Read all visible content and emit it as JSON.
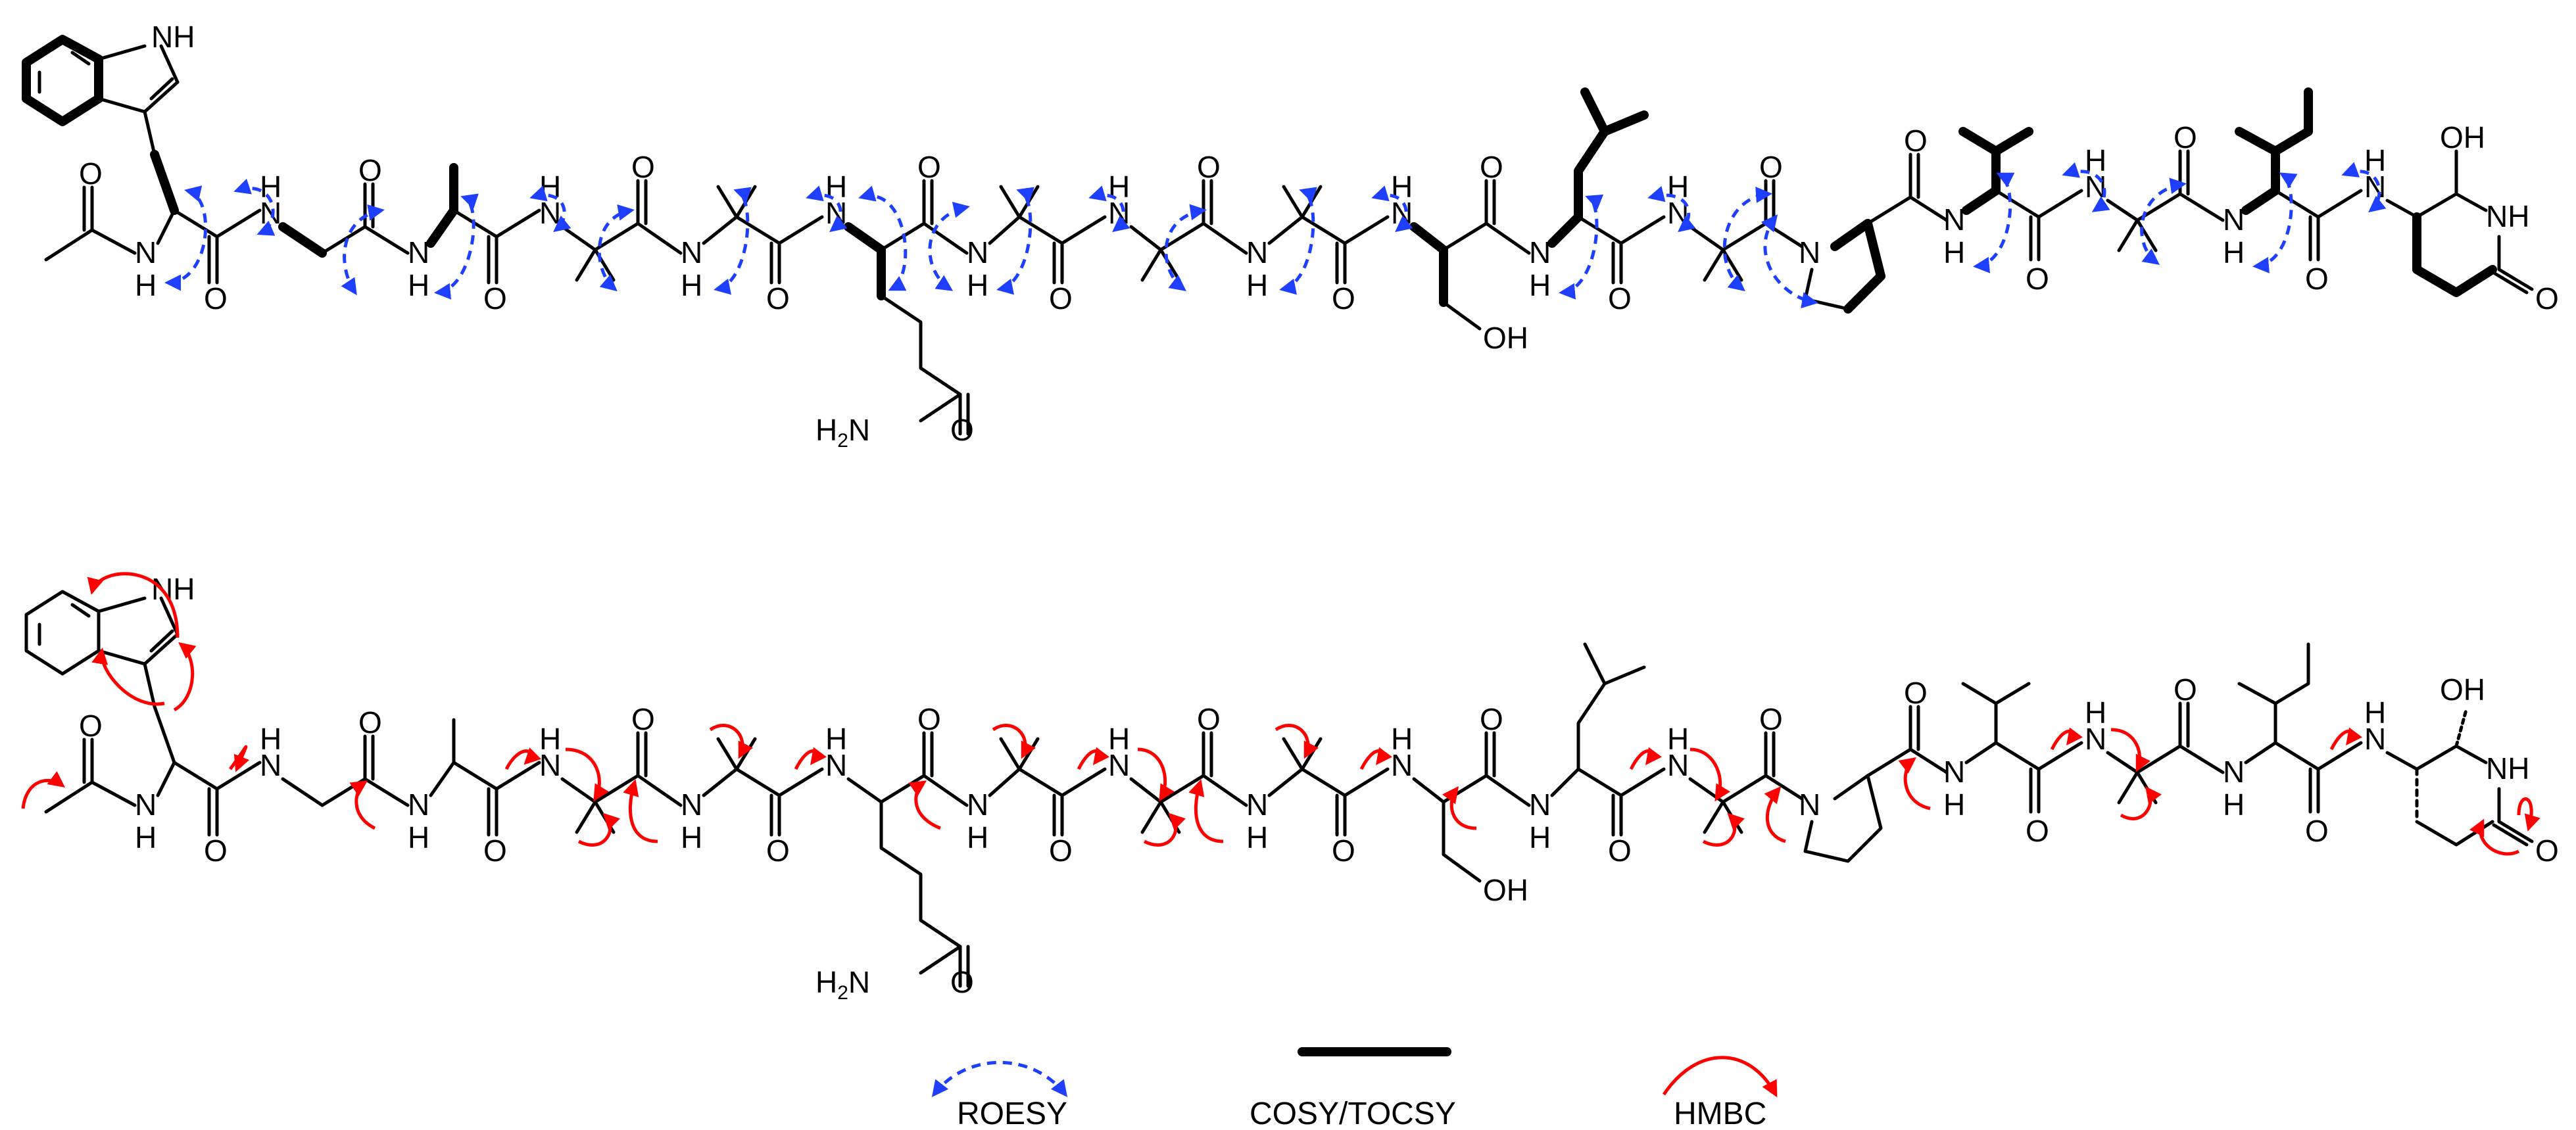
{
  "atom_labels": {
    "NH": "NH",
    "N": "N",
    "H": "H",
    "O": "O",
    "OH": "OH",
    "H2N": "H",
    "H2N_sub": "2",
    "H2N_tail": "N"
  },
  "legend": {
    "roesy_label": "ROESY",
    "cosy_label": "COSY/TOCSY",
    "hmbc_label": "HMBC"
  },
  "colors": {
    "roesy": "#1f3fff",
    "hmbc": "#ff0000",
    "bond": "#000000"
  }
}
